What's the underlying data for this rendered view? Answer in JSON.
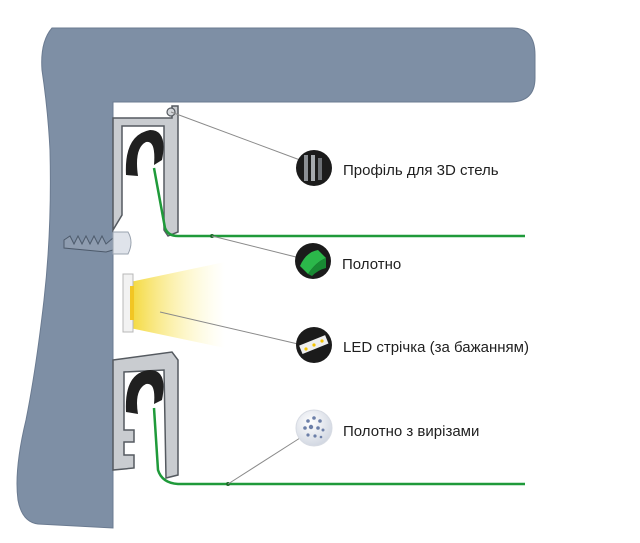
{
  "labels": {
    "profile": "Профіль для 3D стель",
    "canvas": "Полотно",
    "led": "LED стрічка (за бажанням)",
    "cutouts": "Полотно з вирізами"
  },
  "icons": {
    "profile": "profile-section-icon",
    "canvas": "green-canvas-icon",
    "led": "led-strip-icon",
    "cutouts": "perforated-canvas-icon"
  },
  "colors": {
    "wall": "#7e8fa5",
    "wall_edge": "#5f6f85",
    "profile": "#c9ccd0",
    "profile_edge": "#555a60",
    "clip": "#202020",
    "canvas": "#1f9a3a",
    "led_light": "#f5e25a",
    "leader_line": "#8a8a8a",
    "icon_bg": "#1b1b1b"
  }
}
